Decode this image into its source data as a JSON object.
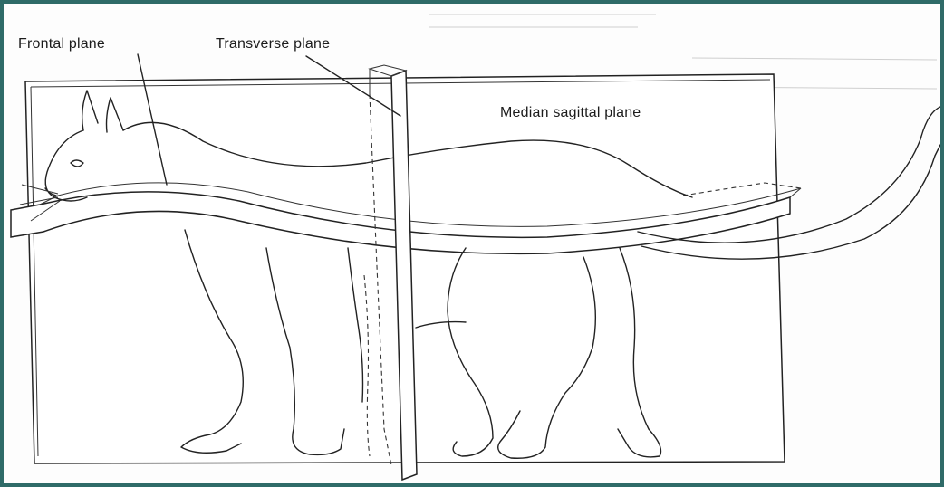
{
  "labels": {
    "frontal": "Frontal plane",
    "transverse": "Transverse plane",
    "median_sagittal": "Median sagittal plane"
  },
  "colors": {
    "border": "#2f6b68",
    "ink": "#222222",
    "paper": "#fdfdfd"
  }
}
